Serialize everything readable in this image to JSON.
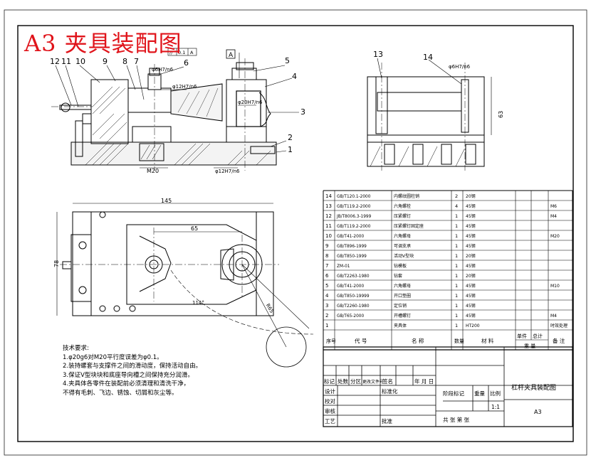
{
  "drawing_title": "A3 夹具装配图",
  "balloons": [
    "12",
    "11",
    "10",
    "9",
    "8",
    "7",
    "6",
    "5",
    "4",
    "3",
    "2",
    "1"
  ],
  "side_balloons": [
    "13",
    "14"
  ],
  "datum": "A",
  "dims": {
    "m20": "M20",
    "d12_bottom": "φ12H7/n6",
    "d12_top": "φ12H7/n6",
    "d20": "φ20H7/n6",
    "d6": "φ6H7/n6",
    "side_d6": "φ6H7/n6",
    "h63": "63",
    "w145": "145",
    "w65": "65",
    "h78": "78",
    "ang114": "114°",
    "r65": "R65"
  },
  "tolerance_frame": [
    "//",
    "0.1",
    "A"
  ],
  "parts_table": {
    "rows": [
      {
        "no": "14",
        "code": "GB/T120.1-2000",
        "name": "内螺纹圆柱销",
        "qty": "2",
        "material": "20钢",
        "single": "",
        "total": "",
        "remark": ""
      },
      {
        "no": "13",
        "code": "GB/T119.2-2000",
        "name": "六角螺栓",
        "qty": "4",
        "material": "45钢",
        "single": "",
        "total": "",
        "remark": "M6"
      },
      {
        "no": "12",
        "code": "JB/T8006.3-1999",
        "name": "压紧螺钉",
        "qty": "1",
        "material": "45钢",
        "single": "",
        "total": "",
        "remark": "M4"
      },
      {
        "no": "11",
        "code": "GB/T119.2-2000",
        "name": "压紧螺钉固定座",
        "qty": "1",
        "material": "45钢",
        "single": "",
        "total": "",
        "remark": ""
      },
      {
        "no": "10",
        "code": "GB/T41-2000",
        "name": "六角螺母",
        "qty": "1",
        "material": "45钢",
        "single": "",
        "total": "",
        "remark": "M20"
      },
      {
        "no": "9",
        "code": "GB/T896-1999",
        "name": "可调支承",
        "qty": "1",
        "material": "45钢",
        "single": "",
        "total": "",
        "remark": ""
      },
      {
        "no": "8",
        "code": "GB/T850-1999",
        "name": "活动V型块",
        "qty": "1",
        "material": "20钢",
        "single": "",
        "total": "",
        "remark": ""
      },
      {
        "no": "7",
        "code": "ZM-01",
        "name": "钻模板",
        "qty": "1",
        "material": "45钢",
        "single": "",
        "total": "",
        "remark": ""
      },
      {
        "no": "6",
        "code": "GB/T2263-1980",
        "name": "钻套",
        "qty": "1",
        "material": "20钢",
        "single": "",
        "total": "",
        "remark": ""
      },
      {
        "no": "5",
        "code": "GB/T41-2000",
        "name": "六角螺母",
        "qty": "1",
        "material": "45钢",
        "single": "",
        "total": "",
        "remark": "M10"
      },
      {
        "no": "4",
        "code": "GB/T850-19999",
        "name": "开口垫圈",
        "qty": "1",
        "material": "45钢",
        "single": "",
        "total": "",
        "remark": ""
      },
      {
        "no": "3",
        "code": "GB/T2260-1980",
        "name": "定位销",
        "qty": "1",
        "material": "45钢",
        "single": "",
        "total": "",
        "remark": ""
      },
      {
        "no": "2",
        "code": "GB/T65-2000",
        "name": "开槽螺钉",
        "qty": "1",
        "material": "45钢",
        "single": "",
        "total": "",
        "remark": "M4"
      },
      {
        "no": "1",
        "code": "",
        "name": "夹具体",
        "qty": "1",
        "material": "HT200",
        "single": "",
        "total": "",
        "remark": "时效处理"
      }
    ],
    "header": {
      "no": "序号",
      "code": "代 号",
      "name": "名 称",
      "qty": "数量",
      "material": "材 料",
      "single": "单件",
      "total": "总计",
      "weight": "重 量",
      "remark": "备 注"
    }
  },
  "notes": {
    "heading": "技术要求:",
    "items": [
      "1.φ20g6对M20平行度误差为φ0.1。",
      "2.装持螺套与支撑件之间的滑动度，保持活动自由。",
      "3.保证V型块块和底座导向槽之间保持充分润滑。",
      "4.夹具体各零件在装配前必须清理和清洗干净，",
      "不得有毛刺、飞边、锈蚀、切屑和灰尘等。"
    ]
  },
  "title_block": {
    "labels": [
      "标记",
      "处数",
      "分区",
      "更改文件号",
      "签名",
      "年 月 日"
    ],
    "rows": [
      "设计",
      "校对",
      "审核",
      "工艺"
    ],
    "std": "标准化",
    "approve": "批准",
    "stage": "阶段标记",
    "weight": "重量",
    "scale_label": "比例",
    "scale": "1:1",
    "sheets": "共    张    第    张",
    "name": "杠杆夹具装配图",
    "code": "A3"
  }
}
